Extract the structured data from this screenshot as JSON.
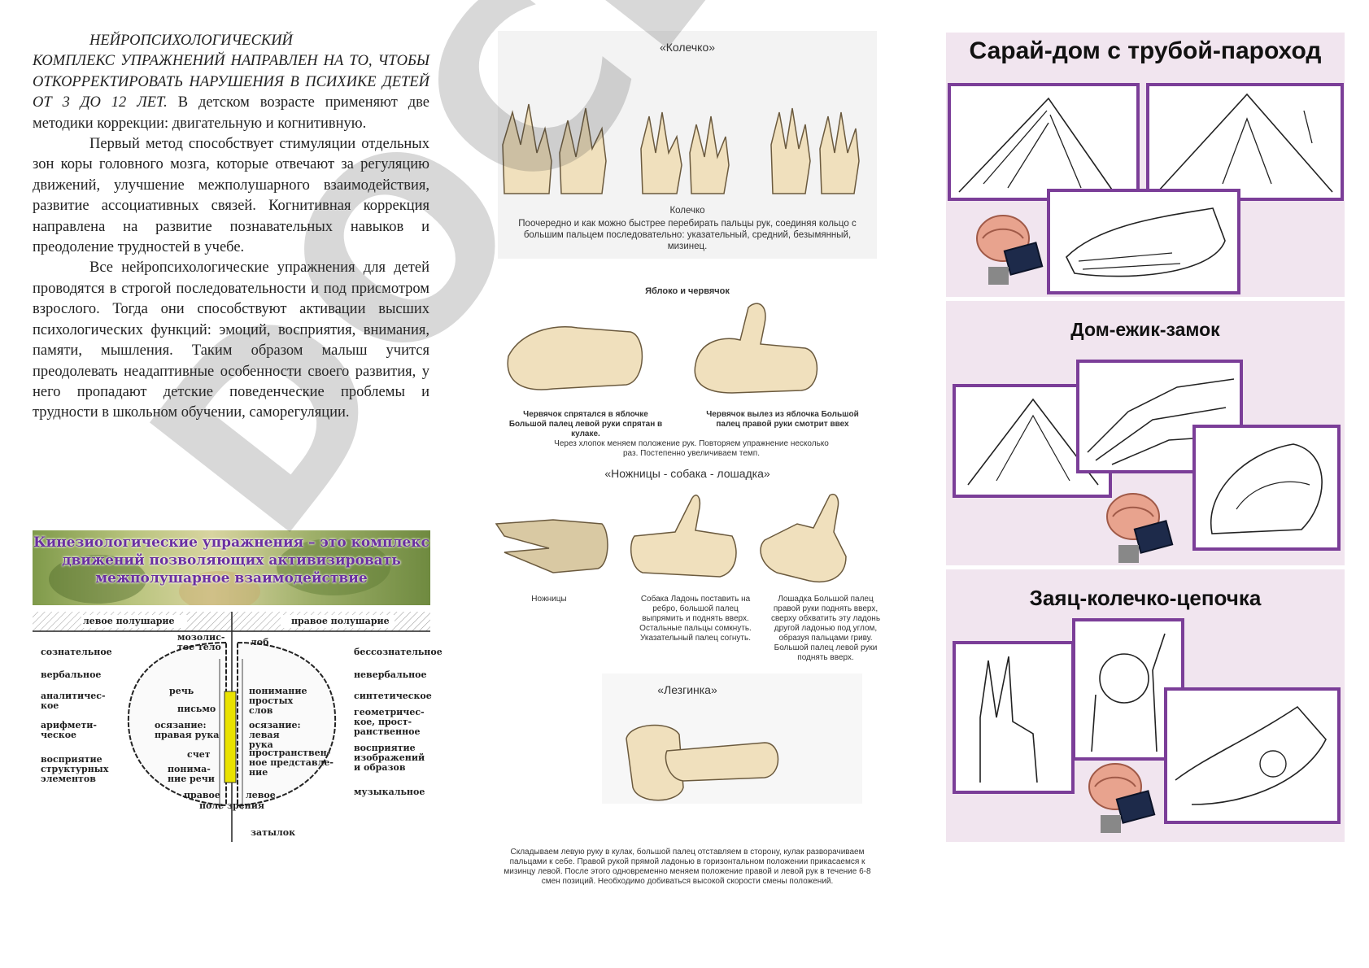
{
  "column1": {
    "intro_italic_line1": "НЕЙРОПСИХОЛОГИЧЕСКИЙ",
    "intro_italic_rest": "КОМПЛЕКС УПРАЖНЕНИЙ НАПРАВЛЕН НА ТО, ЧТОБЫ ОТКОРРЕКТИРОВАТЬ НАРУШЕНИЯ В ПСИХИКЕ ДЕТЕЙ ОТ 3 ДО 12 ЛЕТ.",
    "intro_plain": " В детском возрасте применяют две методики коррекции: двигательную и когнитивную.",
    "para2": "Первый метод способствует стимуляции отдельных зон коры головного мозга, которые отвечают за регуляцию движений, улучшение межполушарного взаимодействия, развитие ассоциативных связей. Когнитивная коррекция направлена на развитие познавательных навыков и преодоление трудностей в учебе.",
    "para3": "Все нейропсихологические упражнения для детей проводятся в строгой последовательности и под присмотром взрослого. Тогда они способствуют активации высших психологических функций: эмоций, восприятия, внимания, памяти, мышления. Таким образом малыш учится преодолевать неадаптивные особенности своего развития, у него пропадают детские поведенческие проблемы и трудности в школьном обучении, саморегуляции.",
    "banner_title": "Кинезиологические упражнения – это комплекс движений позволяющих активизировать межполушарное взаимодействие",
    "diagram": {
      "left_header": "левое полушарие",
      "right_header": "правое полушарие",
      "left_items": [
        "сознательное",
        "вербальное",
        "аналитичес-кое",
        "арифмети-ческое",
        "восприятие структурных элементов"
      ],
      "right_items": [
        "бессознательное",
        "невербальное",
        "синтетическое",
        "геометричес-кое, прост-ранственное",
        "восприятие изображений и образов",
        "музыкальное"
      ],
      "center_left": [
        "мозолис-тое тело",
        "речь",
        "письмо",
        "осязание: правая рука",
        "счет",
        "понима-ние речи",
        "правое"
      ],
      "center_right": [
        "лоб",
        "понимание простых слов",
        "осязание: левая рука",
        "пространствен-ное представле-ние",
        "левое"
      ],
      "vision_field": "поле зрения",
      "bottom": "затылок"
    }
  },
  "column2": {
    "kolechko_title": "«Колечко»",
    "kolechko_name": "Колечко",
    "kolechko_desc": "Поочередно и как можно быстрее перебирать пальцы рук, соединяя кольцо с большим пальцем последовательно: указательный, средний, безымянный, мизинец.",
    "apple_title": "Яблоко и червячок",
    "apple_left_cap": "Червячок спрятался в яблочке Большой палец левой руки спрятан в кулаке.",
    "apple_right_cap": "Червячок вылез из яблочка Большой палец правой руки смотрит ввех",
    "apple_note": "Через хлопок меняем положение рук. Повторяем упражнение несколько раз. Постепенно увеличиваем темп.",
    "scissors_title": "«Ножницы - собака - лошадка»",
    "scissors_cap": "Ножницы",
    "dog_cap": "Собака Ладонь поставить на ребро, большой палец выпрямить и поднять вверх. Остальные пальцы сомкнуть. Указательный палец согнуть.",
    "horse_cap": "Лошадка Большой палец правой руки поднять вверх, сверху обхватить эту ладонь другой ладонью под углом, образуя пальцами гриву. Большой палец левой руки поднять вверх.",
    "lezginka_title": "«Лезгинка»",
    "lezginka_desc": "Складываем левую руку в кулак, большой палец отставляем в сторону, кулак разворачиваем пальцами к себе. Правой рукой прямой ладонью в горизонтальном положении прикасаемся к мизинцу левой. После этого одновременно меняем положение правой и левой рук в течение 6-8 смен позиций. Необходимо добиваться высокой скорости смены положений."
  },
  "column3": {
    "card1_title": "Сарай-дом с трубой-пароход",
    "card2_title": "Дом-ежик-замок",
    "card3_title": "Заяц-колечко-цепочка"
  },
  "watermark": "DOCLAB.UZ",
  "colors": {
    "frame": "#7b3e98",
    "card_bg": "#f1e5ef",
    "banner_text": "#6a2fa0",
    "skin": "#f0e0bd"
  }
}
